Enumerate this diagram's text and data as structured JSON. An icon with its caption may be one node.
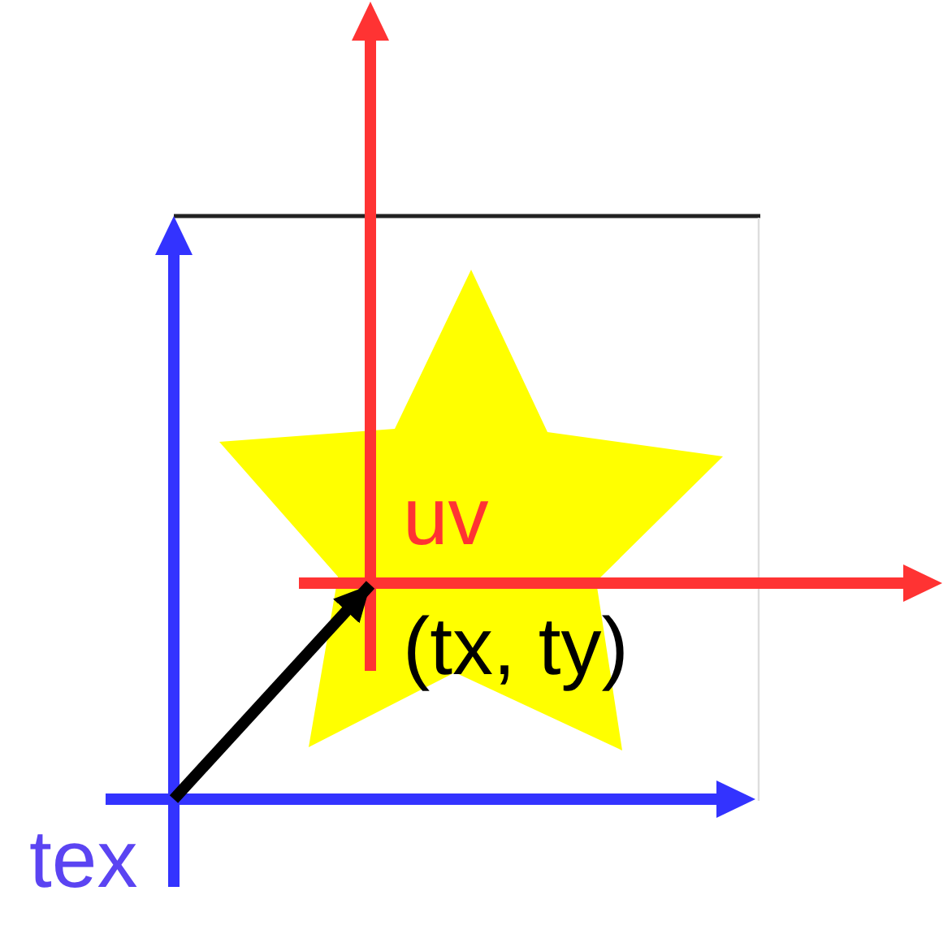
{
  "diagram": {
    "nodes": [
      {
        "text": [
          "tex"
        ]
      },
      {
        "text": [
          "uv"
        ],
        "beside": [
          "(tx, ty)"
        ]
      }
    ],
    "edges": [
      {
        "from": 0,
        "to": 1,
        "arrow": "to"
      }
    ]
  }
}
